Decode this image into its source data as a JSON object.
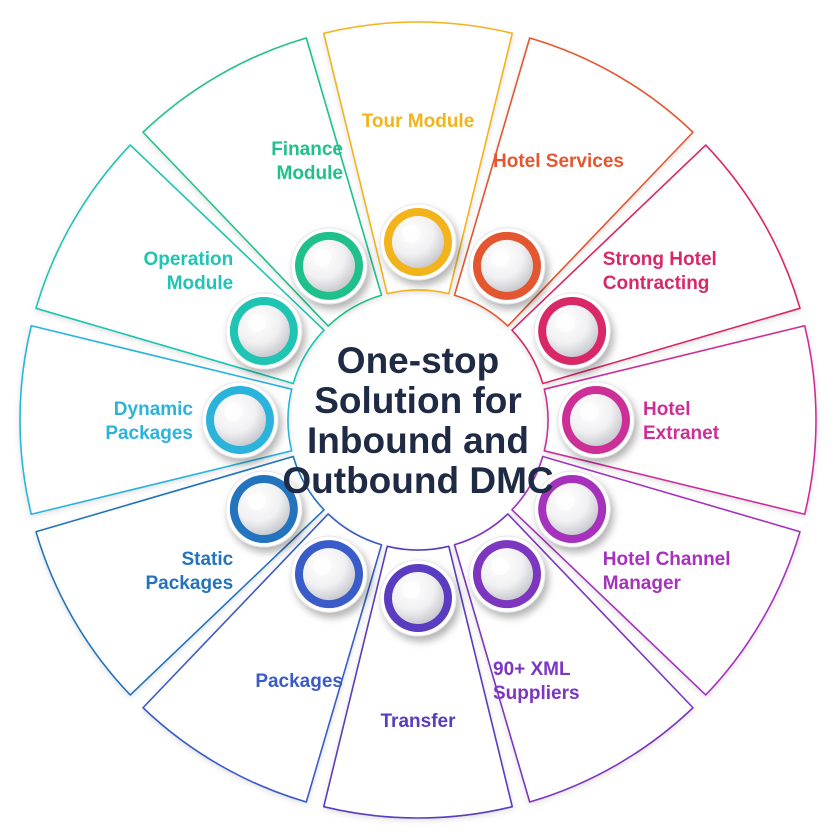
{
  "center": {
    "lines": [
      "One-stop",
      "Solution for",
      "Inbound and",
      "Outbound DMC"
    ]
  },
  "segments": [
    {
      "lines": [
        "Tour Module"
      ],
      "color": "#f2b31b"
    },
    {
      "lines": [
        "Hotel Services"
      ],
      "color": "#e4562f"
    },
    {
      "lines": [
        "Strong Hotel",
        "Contracting"
      ],
      "color": "#d92868"
    },
    {
      "lines": [
        "Hotel",
        "Extranet"
      ],
      "color": "#cc2f96"
    },
    {
      "lines": [
        "Hotel Channel",
        "Manager"
      ],
      "color": "#a531bd"
    },
    {
      "lines": [
        "90+ XML",
        "Suppliers"
      ],
      "color": "#7d36c0"
    },
    {
      "lines": [
        "Transfer"
      ],
      "color": "#5a3cc0"
    },
    {
      "lines": [
        "Packages"
      ],
      "color": "#3a5cc8"
    },
    {
      "lines": [
        "Static",
        "Packages"
      ],
      "color": "#2473be"
    },
    {
      "lines": [
        "Dynamic",
        "Packages"
      ],
      "color": "#2bb3dc"
    },
    {
      "lines": [
        "Operation",
        "Module"
      ],
      "color": "#1fc4b2"
    },
    {
      "lines": [
        "Finance",
        "Module"
      ],
      "color": "#20c08c"
    }
  ]
}
